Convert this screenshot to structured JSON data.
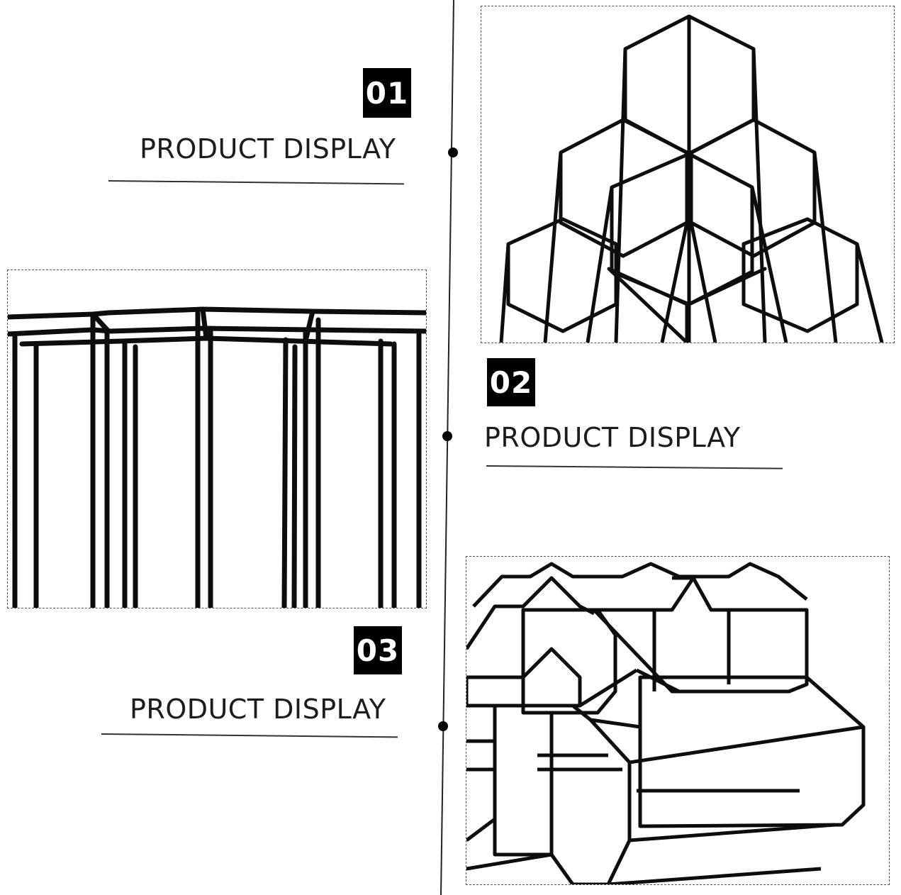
{
  "sections": [
    {
      "number": "01",
      "title": "PRODUCT DISPLAY"
    },
    {
      "number": "02",
      "title": "PRODUCT DISPLAY"
    },
    {
      "number": "03",
      "title": "PRODUCT DISPLAY"
    }
  ],
  "colors": {
    "ink": "#000000",
    "background": "#ffffff"
  }
}
